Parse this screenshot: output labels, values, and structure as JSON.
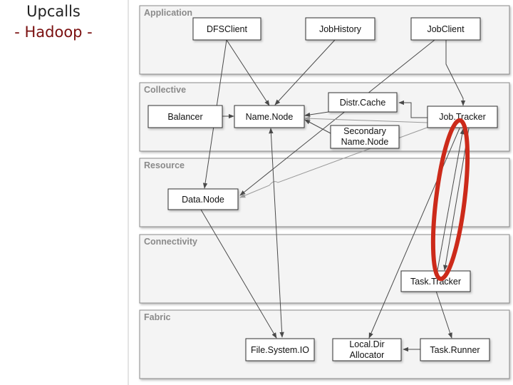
{
  "slide": {
    "title_line1": "Upcalls",
    "title_line2": "- Hadoop -"
  },
  "colors": {
    "title_accent": "#7a1010",
    "highlight": "#cc2a1a",
    "layer_fill": "#f4f4f4",
    "layer_border": "#8a8a8a"
  },
  "layers": {
    "application": "Application",
    "collective": "Collective",
    "resource": "Resource",
    "connectivity": "Connectivity",
    "fabric": "Fabric"
  },
  "nodes": {
    "dfs_client": "DFSClient",
    "job_history": "JobHistory",
    "job_client": "JobClient",
    "balancer": "Balancer",
    "name_node": "Name.Node",
    "distr_cache": "Distr.Cache",
    "secondary_namenode_line1": "Secondary",
    "secondary_namenode_line2": "Name.Node",
    "job_tracker": "Job.Tracker",
    "data_node": "Data.Node",
    "task_tracker": "Task.Tracker",
    "file_system_io": "File.System.IO",
    "local_dir_allocator_line1": "Local.Dir",
    "local_dir_allocator_line2": "Allocator",
    "task_runner": "Task.Runner"
  }
}
